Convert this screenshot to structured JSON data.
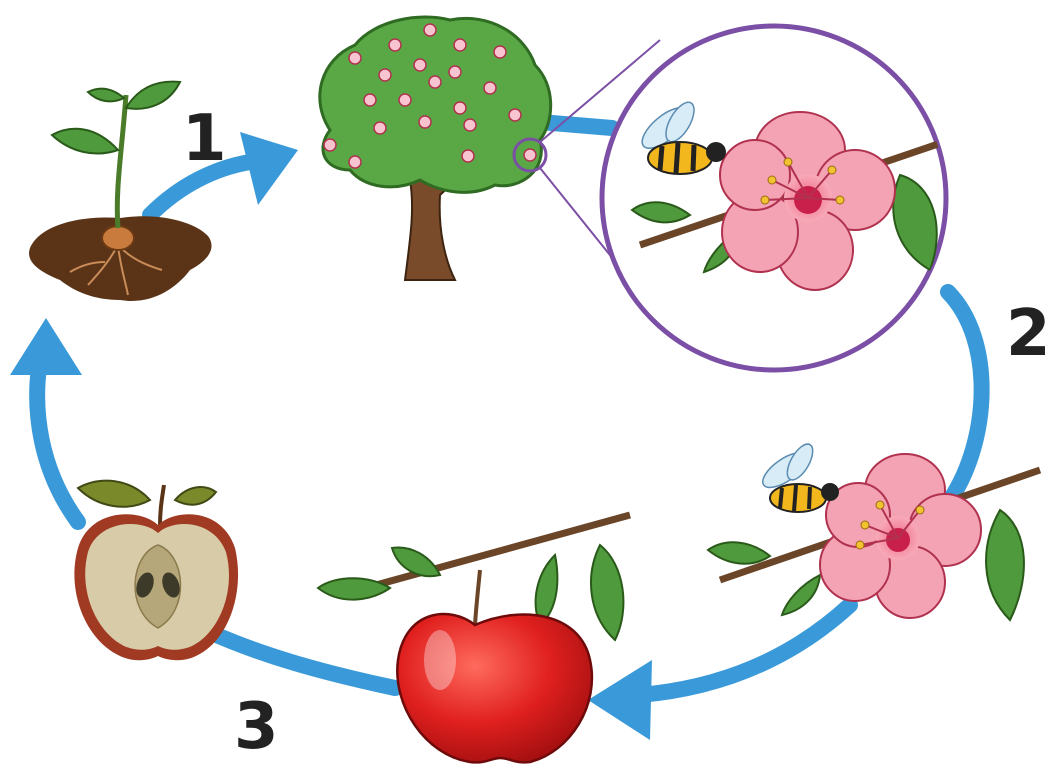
{
  "stages": [
    {
      "number": "1"
    },
    {
      "number": "2"
    },
    {
      "number": "3"
    }
  ],
  "colors": {
    "arrow": "#3a9ad9",
    "zoom_ring": "#7b4fa6",
    "soil": "#5b3418",
    "leaf": "#4f9a3c",
    "petal": "#f4a3b4",
    "apple": "#e0201f",
    "number": "#222222"
  },
  "icons": [
    "seedling-icon",
    "tree-icon",
    "bee-icon",
    "flower-icon",
    "apple-icon",
    "apple-half-icon"
  ]
}
